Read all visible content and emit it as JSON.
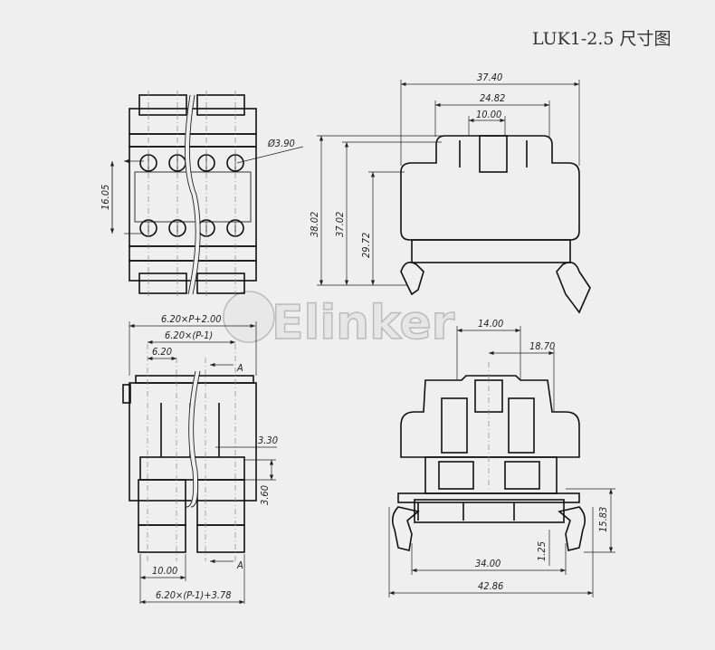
{
  "title": "LUK1-2.5 尺寸图",
  "watermark": "Elinker",
  "top_left_view": {
    "dim_pitch": "16.05",
    "dim_hole": "Ø3.90"
  },
  "top_right_view": {
    "dim_width": "37.40",
    "dim_mid": "24.82",
    "dim_inner": "10.00",
    "dim_h1": "38.02",
    "dim_h2": "37.02",
    "dim_h3": "29.72"
  },
  "bottom_left_view": {
    "dim_total": "6.20×P+2.00",
    "dim_pitch_n": "6.20×(P-1)",
    "dim_pitch": "6.20",
    "section_mark": "A",
    "dim_330": "3.30",
    "dim_360": "3.60",
    "dim_foot": "10.00",
    "dim_base": "6.20×(P-1)+3.78"
  },
  "bottom_right_view": {
    "dim_14": "14.00",
    "dim_1870": "18.70",
    "dim_1583": "15.83",
    "dim_125": "1.25",
    "dim_34": "34.00",
    "dim_4286": "42.86"
  }
}
